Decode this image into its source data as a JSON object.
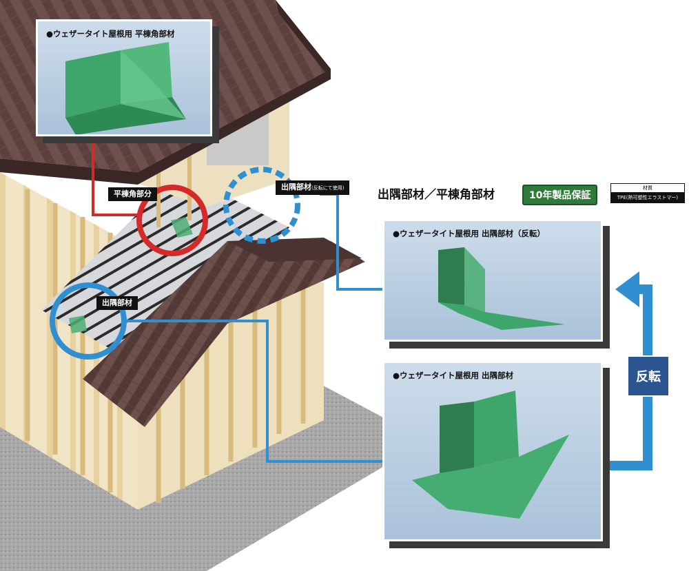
{
  "heading": "出隅部材／平棟角部材",
  "warranty_badge": "10年製品保証",
  "material": {
    "label": "材質",
    "value": "TPE(熱可塑性エラストマー)"
  },
  "panels": {
    "ridge": {
      "title": "●ウェザータイト屋根用 平棟角部材"
    },
    "reversed": {
      "title": "●ウェザータイト屋根用 出隅部材（反転）"
    },
    "corner": {
      "title": "●ウェザータイト屋根用 出隅部材"
    }
  },
  "tags": {
    "ridge_part": "平棟角部分",
    "reversed_use_main": "出隅部材",
    "reversed_use_note": "(反転にて使用)",
    "corner_part": "出隅部材"
  },
  "flip_label": "反転",
  "colors": {
    "ridge_highlight": "#d42a2a",
    "corner_highlight": "#2f8fd0",
    "part_green": "#3fa66b",
    "roof_brown": "#5a3f3c",
    "flip_box": "#2a5591"
  }
}
